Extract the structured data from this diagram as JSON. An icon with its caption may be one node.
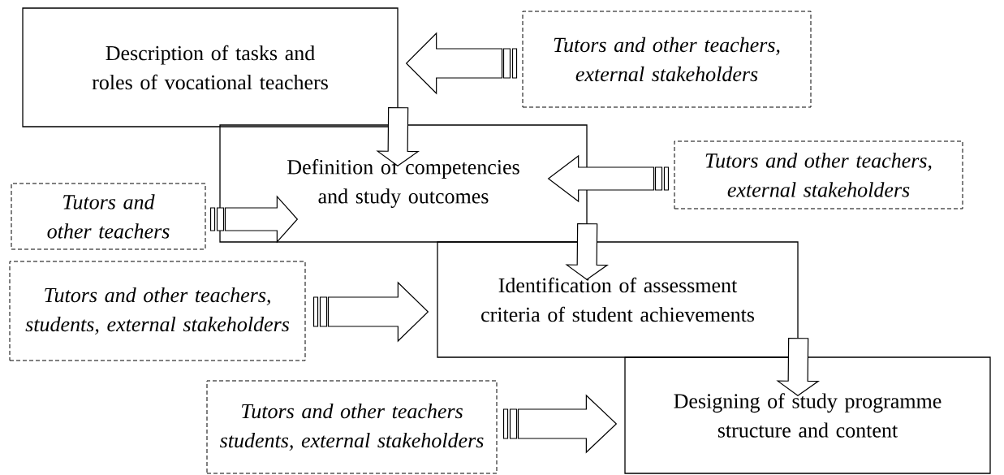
{
  "diagram": {
    "nodes": [
      {
        "text": [
          "Description of tasks and roles of vocational teachers"
        ]
      },
      {
        "text": [
          "Definition of competencies and study outcomes"
        ]
      },
      {
        "text": [
          "Identification of assessment criteria of student achievements"
        ]
      },
      {
        "text": [
          "Designing of study programme structure and content"
        ]
      },
      {
        "text": [
          "Tutors and other teachers, external stakeholders"
        ]
      },
      {
        "text": [
          "Tutors and other teachers, external stakeholders"
        ]
      },
      {
        "text": [
          "Tutors and other teachers"
        ]
      },
      {
        "text": [
          "Tutors and other teachers, students, external stakeholders"
        ]
      },
      {
        "text": [
          "Tutors and other teachers students, external stakeholders"
        ]
      }
    ],
    "edges": [
      {
        "from": 4,
        "to": 0,
        "arrow": "to"
      },
      {
        "from": 0,
        "to": 1,
        "arrow": "to"
      },
      {
        "from": 5,
        "to": 1,
        "arrow": "to"
      },
      {
        "from": 6,
        "to": 1,
        "arrow": "to"
      },
      {
        "from": 1,
        "to": 2,
        "arrow": "to"
      },
      {
        "from": 7,
        "to": 2,
        "arrow": "to"
      },
      {
        "from": 2,
        "to": 3,
        "arrow": "to"
      },
      {
        "from": 8,
        "to": 3,
        "arrow": "to"
      }
    ]
  }
}
